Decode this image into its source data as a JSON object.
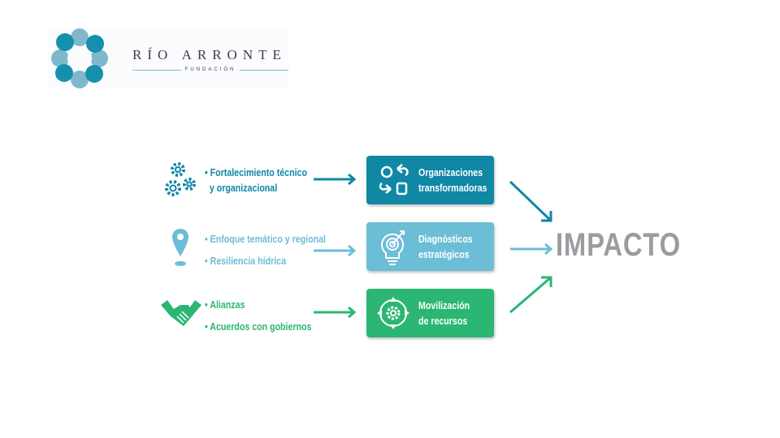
{
  "logo": {
    "name": "RÍO ARRONTE",
    "subtitle": "FUNDACIÓN"
  },
  "rows": [
    {
      "bullets": [
        "• Fortalecimiento técnico",
        "  y organizacional"
      ],
      "box": [
        "Organizaciones",
        "transformadoras"
      ],
      "color": "#0f87a5",
      "icon": "gears-icon",
      "box_icon": "transform-icon"
    },
    {
      "bullets": [
        "• Enfoque temático y regional",
        "• Resiliencia hídrica"
      ],
      "box": [
        "Diagnósticos",
        "estratégicos"
      ],
      "color": "#6cbdd6",
      "icon": "location-pin-icon",
      "box_icon": "target-bulb-icon"
    },
    {
      "bullets": [
        "• Alianzas",
        "• Acuerdos con gobiernos"
      ],
      "box": [
        "Movilización",
        "de recursos"
      ],
      "color": "#2bb673",
      "icon": "handshake-icon",
      "box_icon": "gear-arrows-icon"
    }
  ],
  "impact": "IMPACTO",
  "impact_color": "#9b9ba0"
}
